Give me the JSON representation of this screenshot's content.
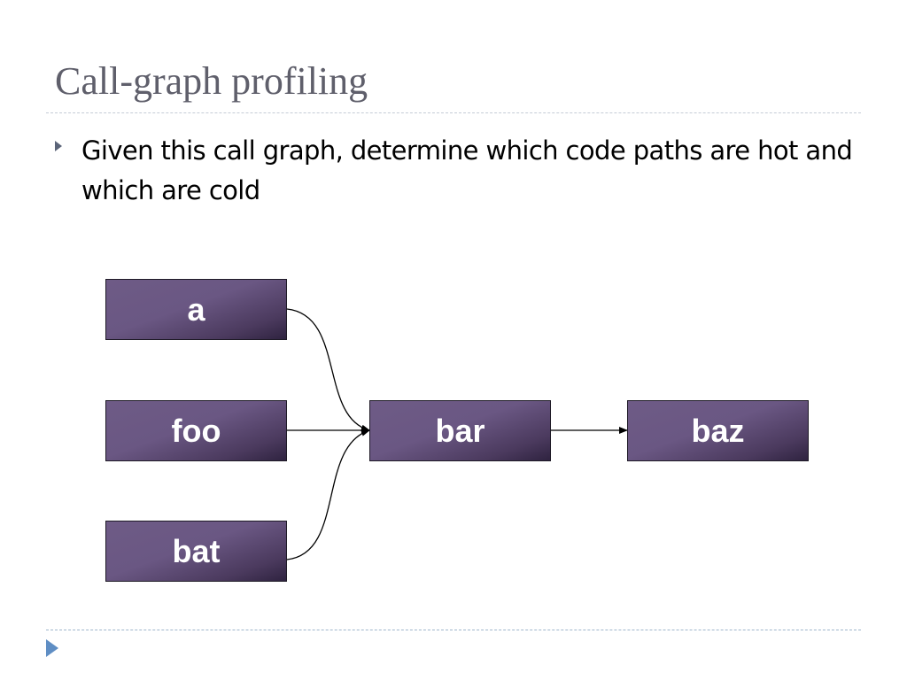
{
  "slide": {
    "title": "Call-graph profiling",
    "bullets": [
      "Given this call graph, determine which code paths are hot and which are cold"
    ]
  },
  "diagram": {
    "nodes": [
      {
        "id": "a",
        "label": "a"
      },
      {
        "id": "foo",
        "label": "foo"
      },
      {
        "id": "bat",
        "label": "bat"
      },
      {
        "id": "bar",
        "label": "bar"
      },
      {
        "id": "baz",
        "label": "baz"
      }
    ],
    "edges": [
      {
        "from": "a",
        "to": "bar"
      },
      {
        "from": "foo",
        "to": "bar"
      },
      {
        "from": "bat",
        "to": "bar"
      },
      {
        "from": "bar",
        "to": "baz"
      }
    ],
    "colors": {
      "node_fill": "#6a5783",
      "node_fill_dark": "#2f2340",
      "node_text": "#ffffff",
      "edge": "#000000",
      "title_text": "#5f5f6b",
      "accent": "#5f8ec4"
    }
  },
  "icons": {
    "bullet": "triangle-bullet-icon",
    "footer": "triangle-nav-icon"
  }
}
